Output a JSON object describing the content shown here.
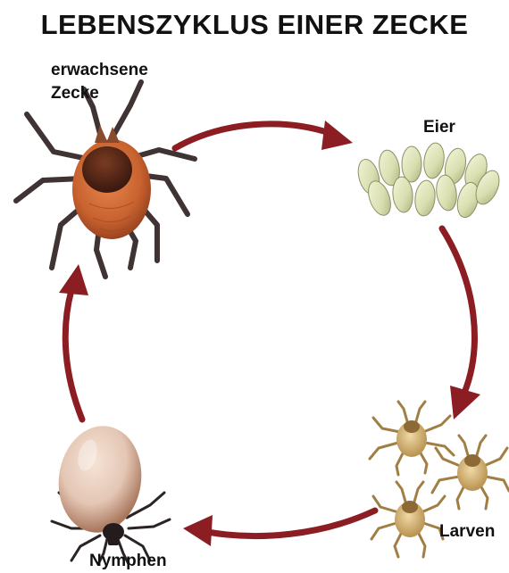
{
  "diagram": {
    "title": "LEBENSZYKLUS EINER ZECKE",
    "stages": [
      {
        "id": "adult",
        "label_lines": [
          "erwachsene",
          "Zecke"
        ]
      },
      {
        "id": "eggs",
        "label_lines": [
          "Eier"
        ]
      },
      {
        "id": "larvae",
        "label_lines": [
          "Larven"
        ]
      },
      {
        "id": "nymphs",
        "label_lines": [
          "Nymphen"
        ]
      }
    ],
    "cycle_order": [
      "adult",
      "eggs",
      "larvae",
      "nymphs",
      "adult"
    ]
  },
  "colors": {
    "arrow": "#8b1d23",
    "adult_body": "#c8622f",
    "adult_shield": "#5a2a18",
    "legs": "#3f3433",
    "eggs": "#d9deb0",
    "larva_body": "#d8b87e",
    "nymph_body": "#e4c6b4"
  }
}
